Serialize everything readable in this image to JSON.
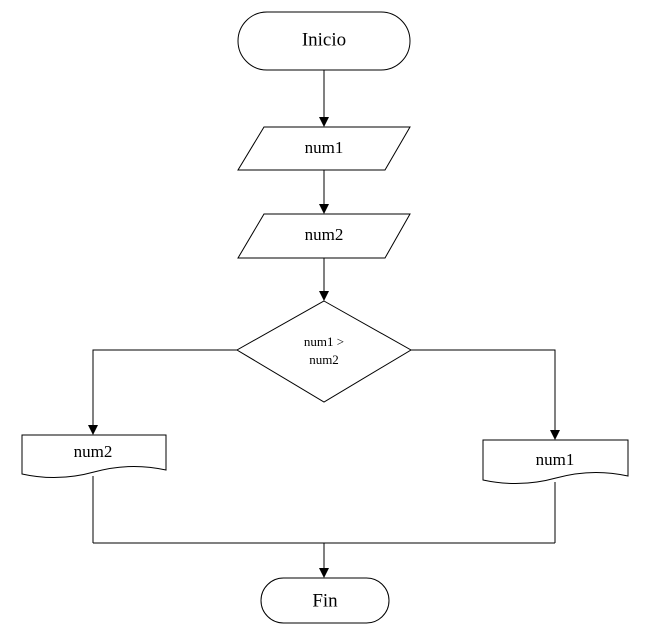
{
  "flowchart": {
    "start_label": "Inicio",
    "input_1_label": "num1",
    "input_2_label": "num2",
    "decision_line_1": "num1 >",
    "decision_line_2": "num2",
    "output_left_label": "num2",
    "output_right_label": "num1",
    "end_label": "Fin"
  }
}
